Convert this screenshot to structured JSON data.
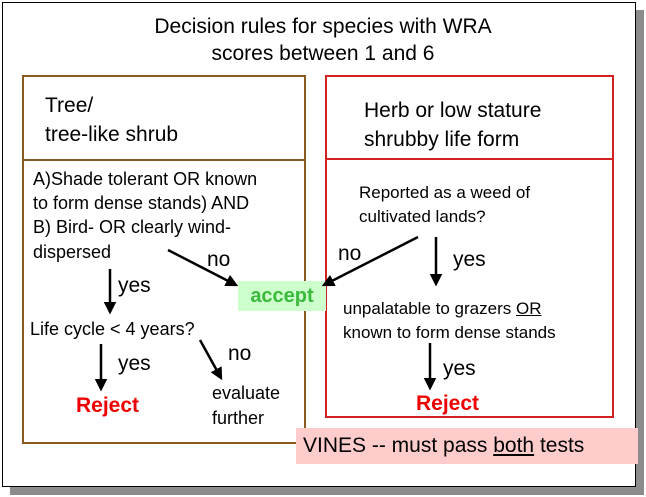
{
  "title": {
    "line1": "Decision rules for species with WRA",
    "line2": "scores between 1 and 6"
  },
  "left_box": {
    "heading_line1": "Tree/",
    "heading_line2": "tree-like shrub",
    "criteria_line1": "A)Shade tolerant OR known",
    "criteria_line2": "to form dense stands) AND",
    "criteria_line3": "B) Bird- OR clearly wind-",
    "criteria_line4": "dispersed",
    "no_label_1": "no",
    "yes_label_1": "yes",
    "question2": "Life cycle < 4 years?",
    "yes_label_2": "yes",
    "no_label_2": "no",
    "reject": "Reject",
    "evaluate_line1": "evaluate",
    "evaluate_line2": "further"
  },
  "right_box": {
    "heading_line1": "Herb or low stature",
    "heading_line2": "shrubby life form",
    "question1_line1": "Reported as a weed of",
    "question1_line2": "cultivated lands?",
    "no_label": "no",
    "yes_label_1": "yes",
    "question2_part1": "unpalatable to grazers",
    "question2_or": "OR",
    "question2_line2": "known to form dense stands",
    "yes_label_2": "yes",
    "reject": "Reject"
  },
  "center": {
    "accept": "accept"
  },
  "vines": {
    "prefix": "VINES -- must pass",
    "emphasis": "both",
    "suffix": "tests"
  },
  "colors": {
    "left_border": "#8b5a1e",
    "right_border": "#d32020",
    "reject_text": "#ee0000",
    "accept_text": "#3bb93b",
    "accept_bg": "#ccffcc",
    "vines_bg": "#ffcccc"
  }
}
